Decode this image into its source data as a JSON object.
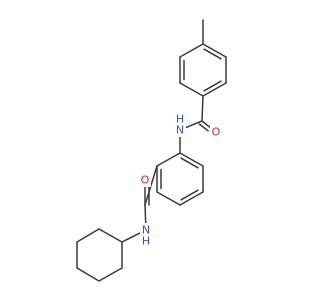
{
  "colors": {
    "background": "#ffffff",
    "bond": "#3a3a3a",
    "nitrogen": "#3050d8",
    "oxygen": "#e02020",
    "carbon": "#3a3a3a"
  },
  "molecule": {
    "atoms": [
      {
        "id": "me_c",
        "element": "C",
        "label": ""
      },
      {
        "id": "r1_c1",
        "element": "C",
        "label": ""
      },
      {
        "id": "r1_c2",
        "element": "C",
        "label": ""
      },
      {
        "id": "r1_c3",
        "element": "C",
        "label": ""
      },
      {
        "id": "r1_c4",
        "element": "C",
        "label": ""
      },
      {
        "id": "r1_c5",
        "element": "C",
        "label": ""
      },
      {
        "id": "r1_c6",
        "element": "C",
        "label": ""
      },
      {
        "id": "am1_c",
        "element": "C",
        "label": ""
      },
      {
        "id": "am1_o",
        "element": "O",
        "label": "O"
      },
      {
        "id": "am1_n",
        "element": "N",
        "label": "H\nN"
      },
      {
        "id": "r2_c1",
        "element": "C",
        "label": ""
      },
      {
        "id": "r2_c2",
        "element": "C",
        "label": ""
      },
      {
        "id": "r2_c3",
        "element": "C",
        "label": ""
      },
      {
        "id": "r2_c4",
        "element": "C",
        "label": ""
      },
      {
        "id": "r2_c5",
        "element": "C",
        "label": ""
      },
      {
        "id": "r2_c6",
        "element": "C",
        "label": ""
      },
      {
        "id": "am2_c",
        "element": "C",
        "label": ""
      },
      {
        "id": "am2_o",
        "element": "O",
        "label": "O"
      },
      {
        "id": "am2_n",
        "element": "N",
        "label": "N\nH"
      },
      {
        "id": "cy_c1",
        "element": "C",
        "label": ""
      },
      {
        "id": "cy_c2",
        "element": "C",
        "label": ""
      },
      {
        "id": "cy_c3",
        "element": "C",
        "label": ""
      },
      {
        "id": "cy_c4",
        "element": "C",
        "label": ""
      },
      {
        "id": "cy_c5",
        "element": "C",
        "label": ""
      },
      {
        "id": "cy_c6",
        "element": "C",
        "label": ""
      }
    ],
    "bonds": [
      {
        "from": "me_c",
        "to": "r1_c1",
        "order": 1
      },
      {
        "from": "r1_c1",
        "to": "r1_c2",
        "order": 2
      },
      {
        "from": "r1_c2",
        "to": "r1_c3",
        "order": 1
      },
      {
        "from": "r1_c3",
        "to": "r1_c4",
        "order": 2
      },
      {
        "from": "r1_c4",
        "to": "r1_c5",
        "order": 1
      },
      {
        "from": "r1_c5",
        "to": "r1_c6",
        "order": 2
      },
      {
        "from": "r1_c6",
        "to": "r1_c1",
        "order": 1
      },
      {
        "from": "r1_c4",
        "to": "am1_c",
        "order": 1
      },
      {
        "from": "am1_c",
        "to": "am1_o",
        "order": 2
      },
      {
        "from": "am1_c",
        "to": "am1_n",
        "order": 1
      },
      {
        "from": "am1_n",
        "to": "r2_c1",
        "order": 1
      },
      {
        "from": "r2_c1",
        "to": "r2_c2",
        "order": 2
      },
      {
        "from": "r2_c2",
        "to": "r2_c3",
        "order": 1
      },
      {
        "from": "r2_c3",
        "to": "r2_c4",
        "order": 2
      },
      {
        "from": "r2_c4",
        "to": "r2_c5",
        "order": 1
      },
      {
        "from": "r2_c5",
        "to": "r2_c6",
        "order": 2
      },
      {
        "from": "r2_c6",
        "to": "r2_c1",
        "order": 1
      },
      {
        "from": "r2_c6",
        "to": "am2_c",
        "order": 1
      },
      {
        "from": "am2_c",
        "to": "am2_o",
        "order": 2
      },
      {
        "from": "am2_c",
        "to": "am2_n",
        "order": 1
      },
      {
        "from": "am2_n",
        "to": "cy_c1",
        "order": 1
      },
      {
        "from": "cy_c1",
        "to": "cy_c2",
        "order": 1
      },
      {
        "from": "cy_c2",
        "to": "cy_c3",
        "order": 1
      },
      {
        "from": "cy_c3",
        "to": "cy_c4",
        "order": 1
      },
      {
        "from": "cy_c4",
        "to": "cy_c5",
        "order": 1
      },
      {
        "from": "cy_c5",
        "to": "cy_c6",
        "order": 1
      },
      {
        "from": "cy_c6",
        "to": "cy_c1",
        "order": 1
      }
    ]
  }
}
